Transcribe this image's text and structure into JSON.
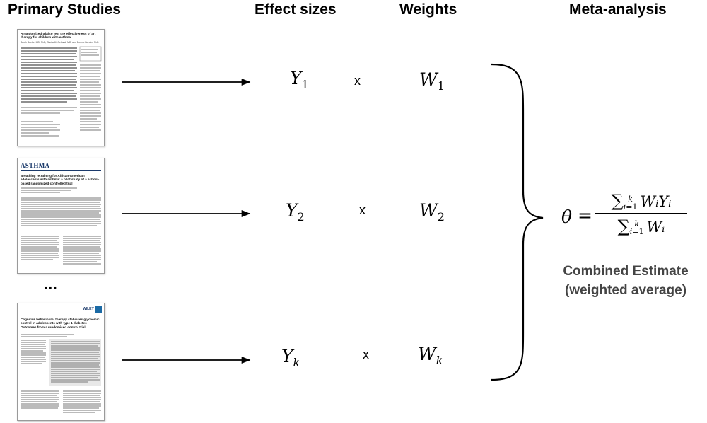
{
  "headers": {
    "primary_studies": "Primary Studies",
    "effect_sizes": "Effect sizes",
    "weights": "Weights",
    "meta_analysis": "Meta-analysis"
  },
  "studies": [
    {
      "title": "A randomized trial to test the effectiveness of art therapy for children with asthma",
      "authors": "Sarah Beebe, MD, PhD, Sheila M. Gelfand, MD, and Bonnie Bender, PhD"
    },
    {
      "journal": "ASTHMA",
      "title": "Breathing retraining for African-American adolescents with asthma: a pilot study of a school-based randomized controlled trial"
    },
    {
      "publisher": "WILEY",
      "title": "Cognitive behavioural therapy stabilises glycaemic control in adolescents with type 1 diabetes—Outcomes from a randomised control trial"
    }
  ],
  "ellipsis": "...",
  "symbols": {
    "effect_letter": "Y",
    "weight_letter": "W",
    "times": "x",
    "subscripts": [
      "1",
      "2",
      "k"
    ]
  },
  "formula": {
    "lhs": "θ",
    "equals": "=",
    "sum_symbol": "∑",
    "upper_limit": "k",
    "lower_limit_var": "i",
    "lower_limit_eq": "=1",
    "numerator_terms": "WᵢYᵢ",
    "denominator_terms": "Wᵢ"
  },
  "combined_estimate": {
    "line1": "Combined Estimate",
    "line2": "(weighted average)"
  }
}
